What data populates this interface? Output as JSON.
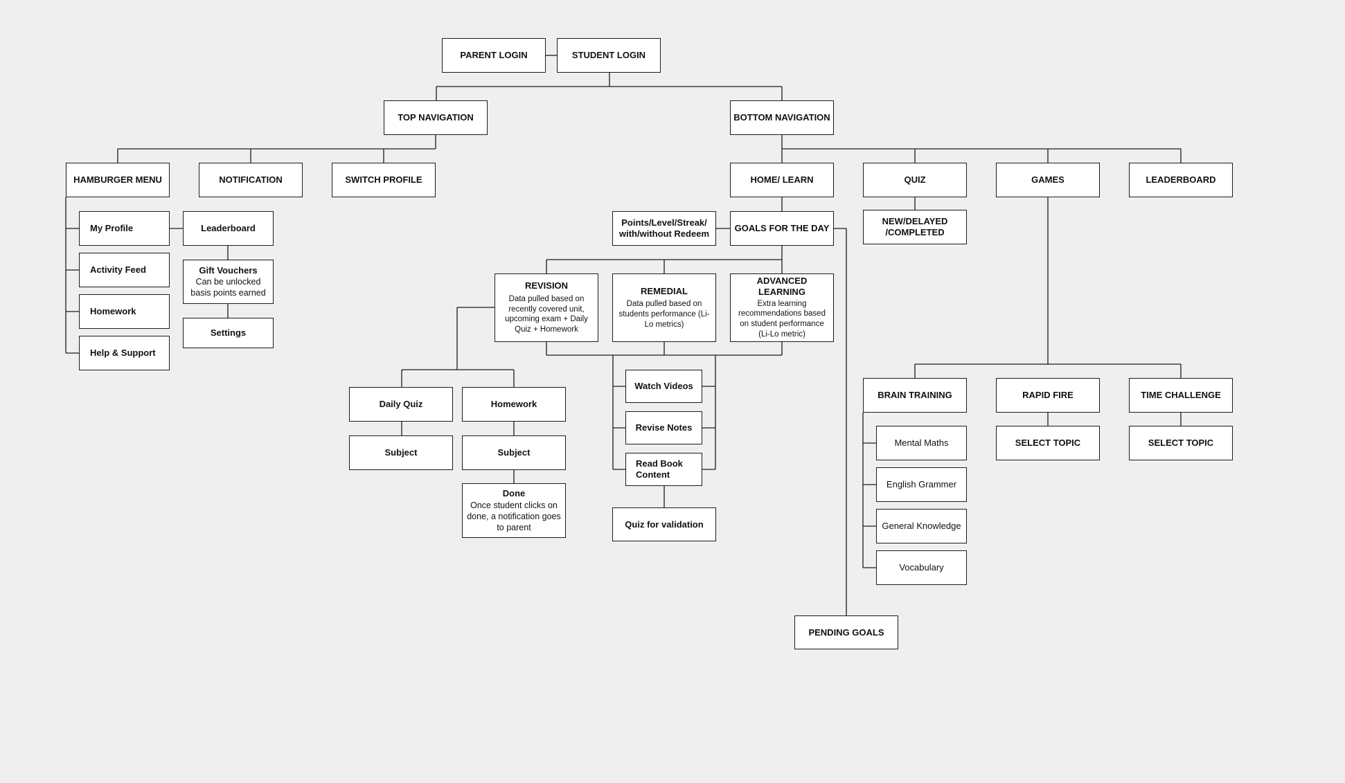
{
  "nodes": {
    "parent_login": "PARENT LOGIN",
    "student_login": "STUDENT LOGIN",
    "top_navigation": "TOP NAVIGATION",
    "bottom_navigation": "BOTTOM NAVIGATION",
    "hamburger_menu": "HAMBURGER MENU",
    "notification": "NOTIFICATION",
    "switch_profile": "SWITCH PROFILE",
    "my_profile": "My Profile",
    "activity_feed": "Activity Feed",
    "homework_menu": "Homework",
    "help_support": "Help & Support",
    "leaderboard_sub": "Leaderboard",
    "gift_vouchers": {
      "title": "Gift Vouchers",
      "desc": "Can be unlocked basis points earned"
    },
    "settings": "Settings",
    "home_learn": "HOME/ LEARN",
    "quiz": "QUIZ",
    "games": "GAMES",
    "leaderboard": "LEADERBOARD",
    "points_level": "Points/Level/Streak/ with/without Redeem",
    "goals_for_day": "GOALS FOR THE DAY",
    "new_delayed": "NEW/DELAYED /COMPLETED",
    "revision": {
      "title": "REVISION",
      "desc": "Data pulled based on recently covered unit, upcoming exam + Daily Quiz + Homework"
    },
    "remedial": {
      "title": "REMEDIAL",
      "desc": "Data pulled based on students performance (Li-Lo metrics)"
    },
    "advanced_learning": {
      "title": "ADVANCED LEARNING",
      "desc": "Extra learning recommendations based on student performance (Li-Lo metric)"
    },
    "daily_quiz": "Daily Quiz",
    "homework": "Homework",
    "subject_quiz": "Subject",
    "subject_homework": "Subject",
    "done": {
      "title": "Done",
      "desc": "Once student clicks on done, a notification goes to parent"
    },
    "watch_videos": "Watch Videos",
    "revise_notes": "Revise Notes",
    "read_book_content": "Read Book Content",
    "quiz_validation": "Quiz for validation",
    "pending_goals": "PENDING GOALS",
    "brain_training": "BRAIN TRAINING",
    "rapid_fire": "RAPID FIRE",
    "time_challenge": "TIME CHALLENGE",
    "mental_maths": "Mental Maths",
    "english_grammer": "English Grammer",
    "general_knowledge": "General Knowledge",
    "vocabulary": "Vocabulary",
    "select_topic_rapid": "SELECT TOPIC",
    "select_topic_time": "SELECT TOPIC"
  }
}
